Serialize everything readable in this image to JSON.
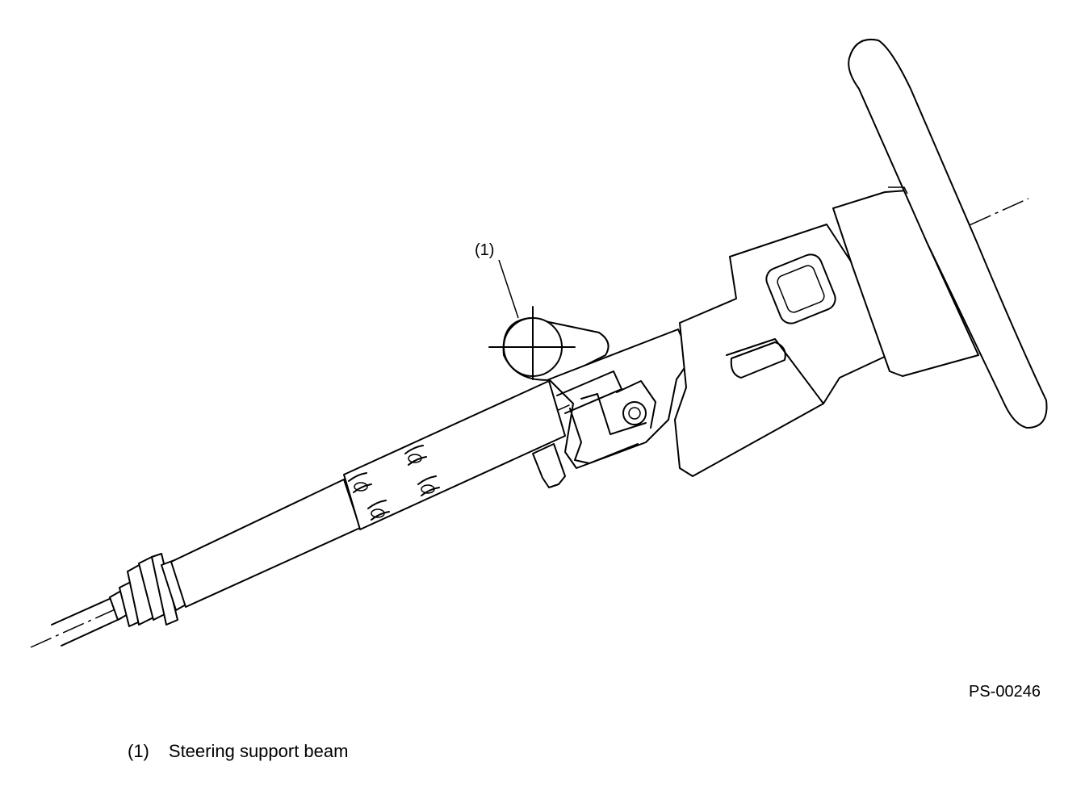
{
  "callout": {
    "label": "(1)"
  },
  "figure": {
    "code": "PS-00246"
  },
  "legend": [
    {
      "number": "(1)",
      "text": "Steering support beam"
    }
  ],
  "icons": [
    "steering-wheel",
    "steering-column",
    "support-beam"
  ]
}
